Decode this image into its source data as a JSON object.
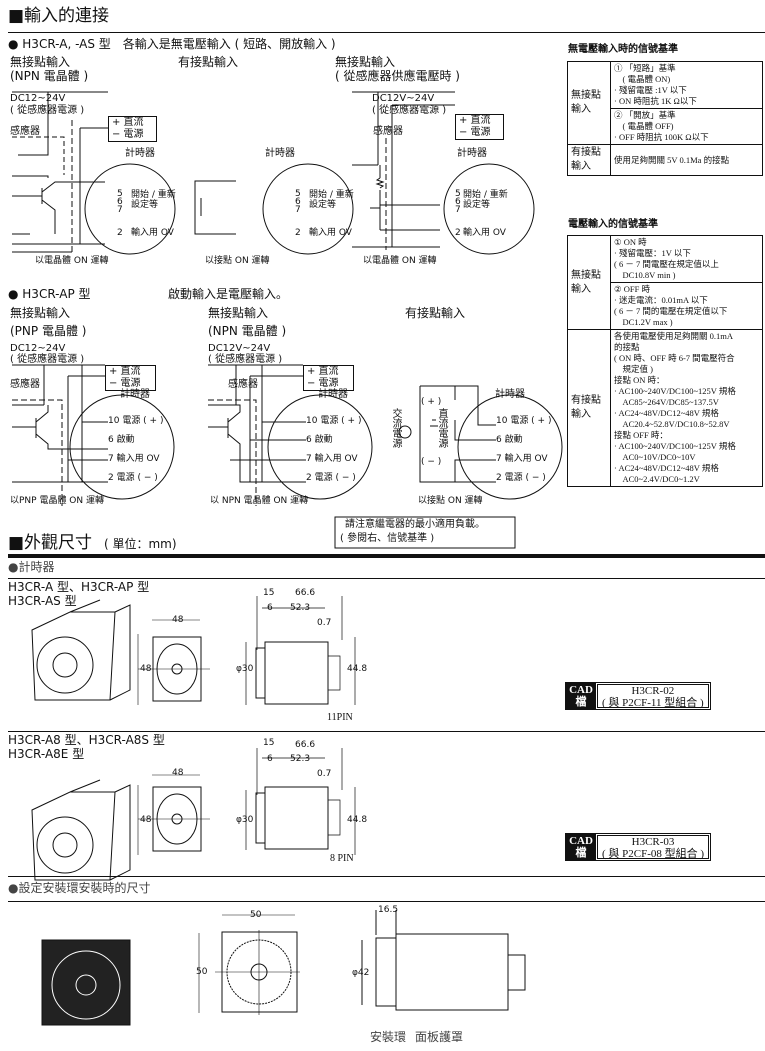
{
  "title": "■輸入的連接",
  "sec1": {
    "header": "● H3CR-A, -AS 型　各輸入是無電壓輸入 ( 短路、開放輸入 )",
    "col1_label": "無接點輸入",
    "col1_sub": "(NPN 電晶體 )",
    "col2_label": "有接點輸入",
    "col3_label": "無接點輸入",
    "col3_sub": "( 從感應器供應電壓時 )",
    "supply1": "DC12~24V",
    "supply3": "DC12V~24V",
    "supply_sub": "( 從感應器電源 )",
    "dc_plus": "+ 直流",
    "dc_minus": "− 電源",
    "sensor": "感應器",
    "timer": "計時器",
    "pins567": "5\n6\n7",
    "pin_start": "開始 / 重新",
    "pin_start2": "設定等",
    "pin2": "2",
    "pin2_label": "輸入用 OV",
    "cap1": "以電晶體 ON 運轉",
    "cap2": "以接點 ON 運轉",
    "cap3": "以電晶體 ON 運轉"
  },
  "sec2": {
    "header": "● H3CR-AP 型",
    "note": "啟動輸入是電壓輸入。",
    "col1_label": "無接點輸入",
    "col1_sub": "(PNP 電晶體 )",
    "col2_label": "無接點輸入",
    "col2_sub": "(NPN 電晶體 )",
    "col3_label": "有接點輸入",
    "supply1": "DC12~24V",
    "supply2": "DC12V~24V",
    "supply_sub": "( 從感應器電源 )",
    "dc_plus": "+ 直流",
    "dc_minus": "− 電源",
    "sensor": "感應器",
    "timer": "計時器",
    "pins": [
      "10 電源 ( + )",
      "6  啟動",
      "7  輸入用 OV",
      "2  電源 ( − )"
    ],
    "ac": "交流電源",
    "dc": "直流電源",
    "plus": "( + )",
    "minus": "( − )",
    "cap1": "以PNP 電晶體 ON 運轉",
    "cap2": "以 NPN 電晶體 ON 運轉",
    "cap3": "以接點 ON 運轉",
    "warn1": "請注意繼電器的最小適用負載。",
    "warn2": "( 參閱右、信號基準 )"
  },
  "right": {
    "t1_title": "無電壓輸入時的信號基準",
    "t1_r1_head": "無接點輸入",
    "t1_r1a": [
      "① 「短路」基準",
      "　( 電晶體 ON)",
      "· 殘留電壓 :1V 以下",
      "· ON 時阻抗 1K Ω以下"
    ],
    "t1_r1b": [
      "② 「開放」基準",
      "　( 電晶體 OFF)",
      "· OFF 時阻抗 100K Ω以下"
    ],
    "t1_r2_head": "有接點輸入",
    "t1_r2": "使用足夠開關 5V 0.1Ma 的接點",
    "t2_title": "電壓輸入的信號基準",
    "t2_r1_head": "無接點輸入",
    "t2_r1a": [
      "① ON 時",
      "· 殘留電壓：1V 以下",
      "( 6 － 7 間電壓在規定值以上",
      "　DC10.8V min )"
    ],
    "t2_r1b": [
      "② OFF 時",
      "· 迷走電流：0.01mA 以下",
      "( 6 － 7 間的電壓在規定值以下",
      "　DC1.2V max )"
    ],
    "t2_r2_head": "有接點輸入",
    "t2_r2": [
      "各使用電壓使用足夠開關 0.1mA",
      "的接點",
      "( ON 時、OFF 時 6-7 間電壓符合",
      "　規定值 )",
      "接點 ON 時：",
      "· AC100~240V/DC100~125V 規格",
      "　AC85~264V/DC85~137.5V",
      "· AC24~48V/DC12~48V 規格",
      "　AC20.4~52.8V/DC10.8~52.8V",
      "接點 OFF 時：",
      "· AC100~240V/DC100~125V 規格",
      "　AC0~10V/DC0~10V",
      "· AC24~48V/DC12~48V 規格",
      "　AC0~2.4V/DC0~1.2V"
    ]
  },
  "dims": {
    "title": "■外觀尺寸",
    "unit": "( 單位：mm)",
    "timer_label": "●計時器",
    "m1_line1": "H3CR-A 型、H3CR-AP 型",
    "m1_line2": "H3CR-AS 型",
    "m2_line1": "H3CR-A8 型、H3CR-A8S 型",
    "m2_line2": "H3CR-A8E 型",
    "d48": "48",
    "d15": "15",
    "d66": "66.6",
    "d6": "6",
    "d52": "52.3",
    "d07": "0.7",
    "d30": "φ30",
    "d44": "44.8",
    "pin11": "11PIN",
    "pin8": "8 PIN",
    "cad_key": "CAD 檔",
    "cad1_a": "H3CR-02",
    "cad1_b": "( 與 P2CF-11 型組合 )",
    "cad2_a": "H3CR-03",
    "cad2_b": "( 與 P2CF-08 型組合 )",
    "ring_label": "●設定安裝環安裝時的尺寸",
    "d50": "50",
    "d165": "16.5",
    "d42": "φ42",
    "ring": "安裝環",
    "cover": "面板護罩"
  }
}
